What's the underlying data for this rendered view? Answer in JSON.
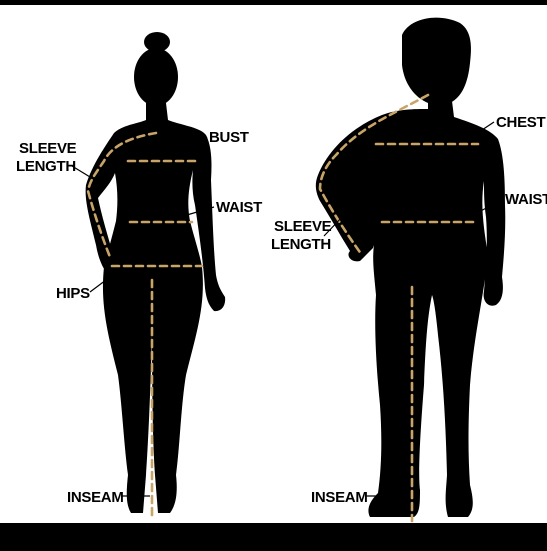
{
  "colors": {
    "background": "#ffffff",
    "frame": "#000000",
    "silhouette": "#000000",
    "measurement_line": "#c9a468",
    "label_text": "#000000"
  },
  "woman": {
    "labels": {
      "sleeve_1": "SLEEVE",
      "sleeve_2": "LENGTH",
      "bust": "BUST",
      "waist": "WAIST",
      "hips": "HIPS",
      "inseam": "INSEAM"
    }
  },
  "man": {
    "labels": {
      "chest": "CHEST",
      "waist": "WAIST",
      "sleeve_1": "SLEEVE",
      "sleeve_2": "LENGTH",
      "inseam": "INSEAM"
    }
  }
}
